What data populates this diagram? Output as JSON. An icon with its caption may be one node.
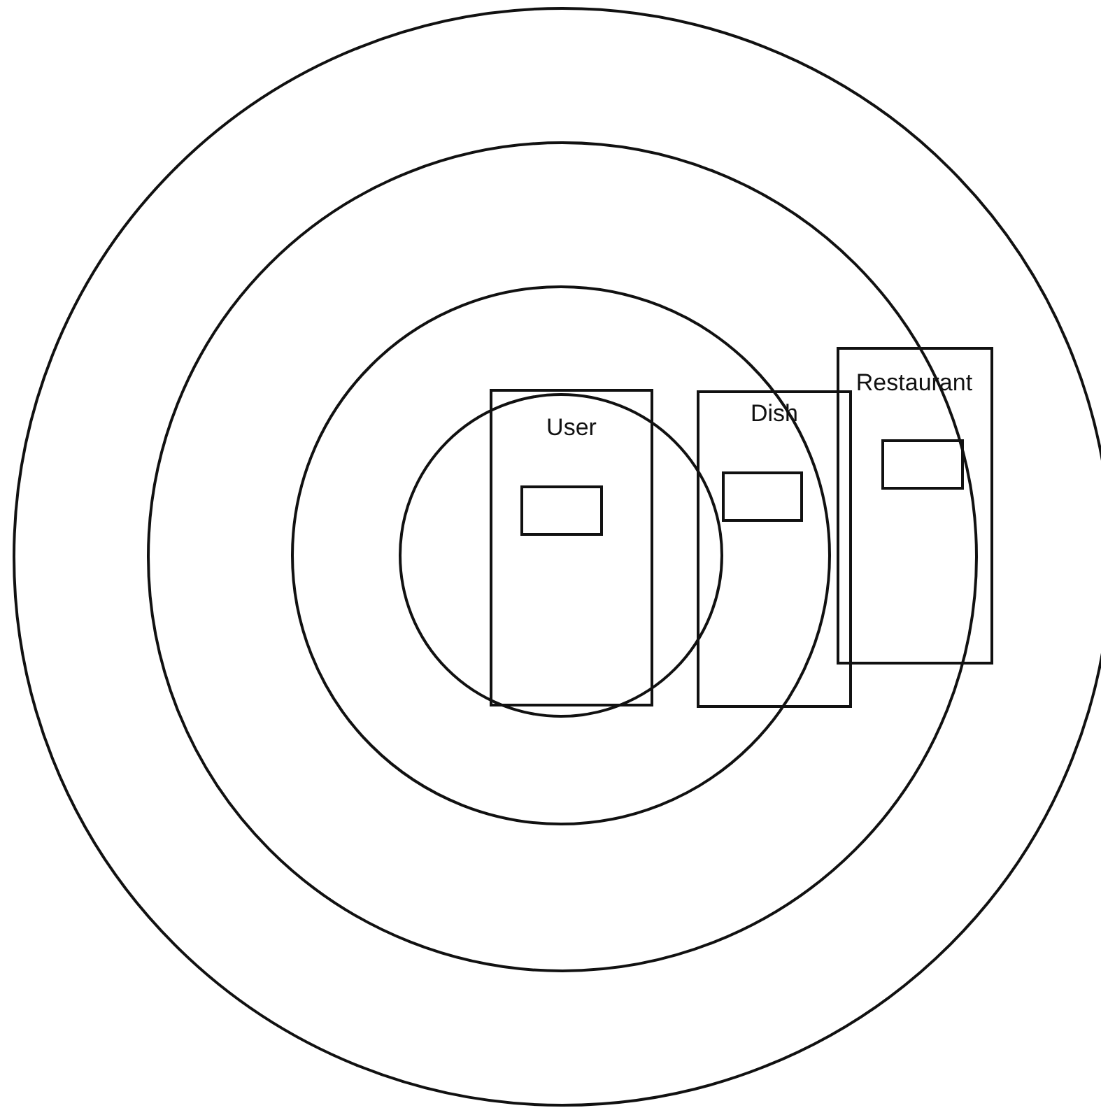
{
  "diagram": {
    "nodes": [
      {
        "text": [],
        "shape": "circle"
      },
      {
        "text": [],
        "shape": "circle",
        "in": 0
      },
      {
        "text": [],
        "shape": "circle",
        "in": 1
      },
      {
        "text": [],
        "shape": "circle",
        "in": 2
      },
      {
        "text": [
          "User"
        ],
        "in": 3
      },
      {
        "text": [],
        "shape": "box",
        "in": 4
      },
      {
        "text": [
          "Dish"
        ],
        "in": 1
      },
      {
        "text": [],
        "shape": "box",
        "in": 6
      },
      {
        "text": [
          "Restaurant"
        ],
        "in": 0
      },
      {
        "text": [],
        "shape": "box",
        "in": 8
      }
    ]
  }
}
